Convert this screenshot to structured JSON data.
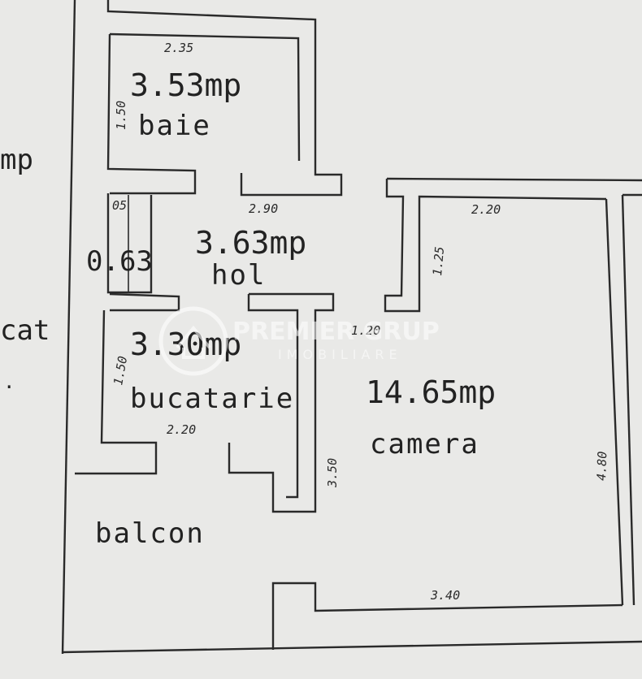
{
  "rooms": {
    "baie": {
      "area": "3.53mp",
      "name": "baie",
      "width": "2.35",
      "height": "1.50"
    },
    "hol": {
      "area": "3.63mp",
      "name": "hol",
      "width": "2.90",
      "small": "05",
      "side": "0.63"
    },
    "bucatarie": {
      "area": "3.30mp",
      "name": "bucatarie",
      "width": "2.20",
      "height": "1.50"
    },
    "camera": {
      "area": "14.65mp",
      "name": "camera",
      "top": "2.20",
      "bottom": "3.40",
      "right": "4.80",
      "left": "3.50",
      "passage": "1.25",
      "opening": "1.20"
    },
    "balcon": {
      "name": "balcon"
    }
  },
  "margin_text": {
    "mp": "mp",
    "cat": "cat",
    "dot": "."
  },
  "watermark": {
    "name": "PREMIER GRUP",
    "tagline": "IMOBILIARE"
  },
  "colors": {
    "paper": "#e9e9e7",
    "ink": "#2a2a2a"
  }
}
